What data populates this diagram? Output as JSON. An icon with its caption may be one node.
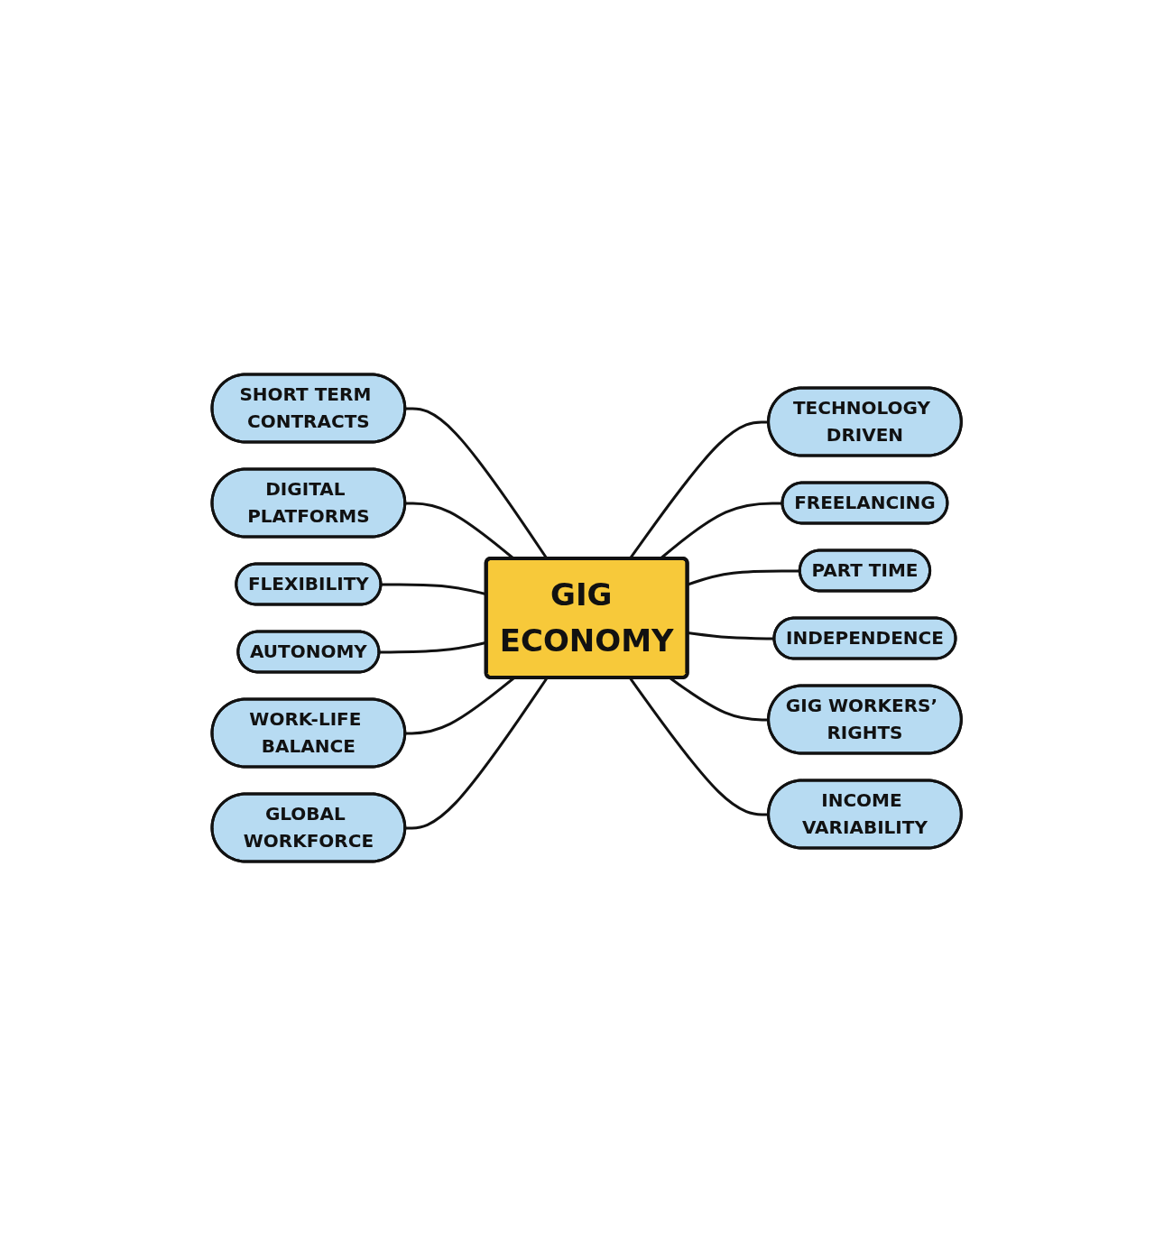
{
  "diagram": {
    "nodes": [
      {
        "text": [
          "GIG ECONOMY"
        ]
      },
      {
        "text": [
          "SHORT TERM CONTRACTS"
        ]
      },
      {
        "text": [
          "DIGITAL PLATFORMS"
        ]
      },
      {
        "text": [
          "TECHNOLOGY DRIVEN"
        ]
      },
      {
        "text": [
          "FLEXIBILITY"
        ]
      },
      {
        "text": [
          "FREELANCING"
        ]
      },
      {
        "text": [
          "AUTONOMY"
        ]
      },
      {
        "text": [
          "PART TIME"
        ]
      },
      {
        "text": [
          "WORK-LIFE BALANCE"
        ]
      },
      {
        "text": [
          "INDEPENDENCE"
        ]
      },
      {
        "text": [
          "GLOBAL WORKFORCE"
        ]
      },
      {
        "text": [
          "GIG WORKERS’ RIGHTS"
        ]
      },
      {
        "text": [
          "INCOME VARIABILITY"
        ]
      }
    ],
    "edges": [
      {
        "from": 0,
        "to": 1,
        "arrow": "none"
      },
      {
        "from": 0,
        "to": 2,
        "arrow": "none"
      },
      {
        "from": 0,
        "to": 3,
        "arrow": "none"
      },
      {
        "from": 0,
        "to": 4,
        "arrow": "none"
      },
      {
        "from": 0,
        "to": 5,
        "arrow": "none"
      },
      {
        "from": 0,
        "to": 6,
        "arrow": "none"
      },
      {
        "from": 0,
        "to": 7,
        "arrow": "none"
      },
      {
        "from": 0,
        "to": 8,
        "arrow": "none"
      },
      {
        "from": 0,
        "to": 9,
        "arrow": "none"
      },
      {
        "from": 0,
        "to": 10,
        "arrow": "none"
      },
      {
        "from": 0,
        "to": 11,
        "arrow": "none"
      },
      {
        "from": 0,
        "to": 12,
        "arrow": "none"
      }
    ]
  }
}
